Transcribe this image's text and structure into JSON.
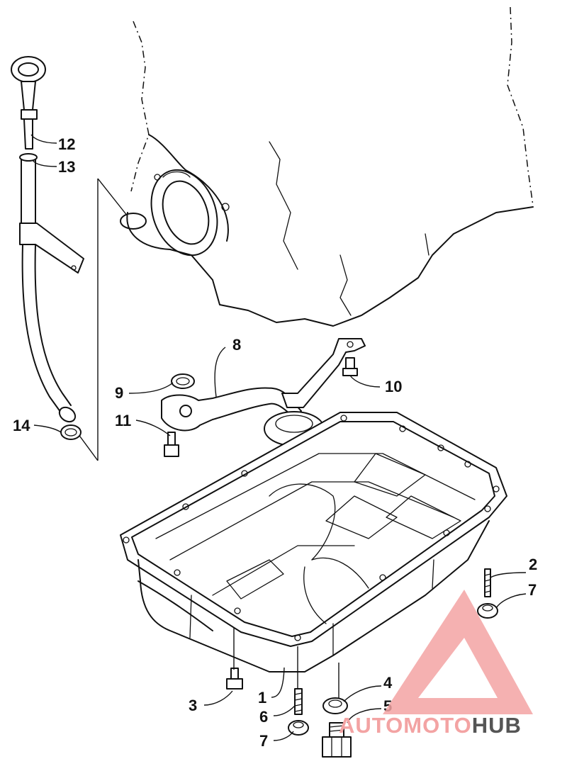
{
  "callouts": {
    "c1": "1",
    "c2": "2",
    "c3": "3",
    "c4": "4",
    "c5": "5",
    "c6": "6",
    "c7a": "7",
    "c7b": "7",
    "c8": "8",
    "c9": "9",
    "c10": "10",
    "c11": "11",
    "c12": "12",
    "c13": "13",
    "c14": "14"
  },
  "watermark": {
    "part1": "AUTOMOTO",
    "part2": "HUB",
    "color_accent": "#f3a3a3",
    "color_dark": "#555555"
  }
}
